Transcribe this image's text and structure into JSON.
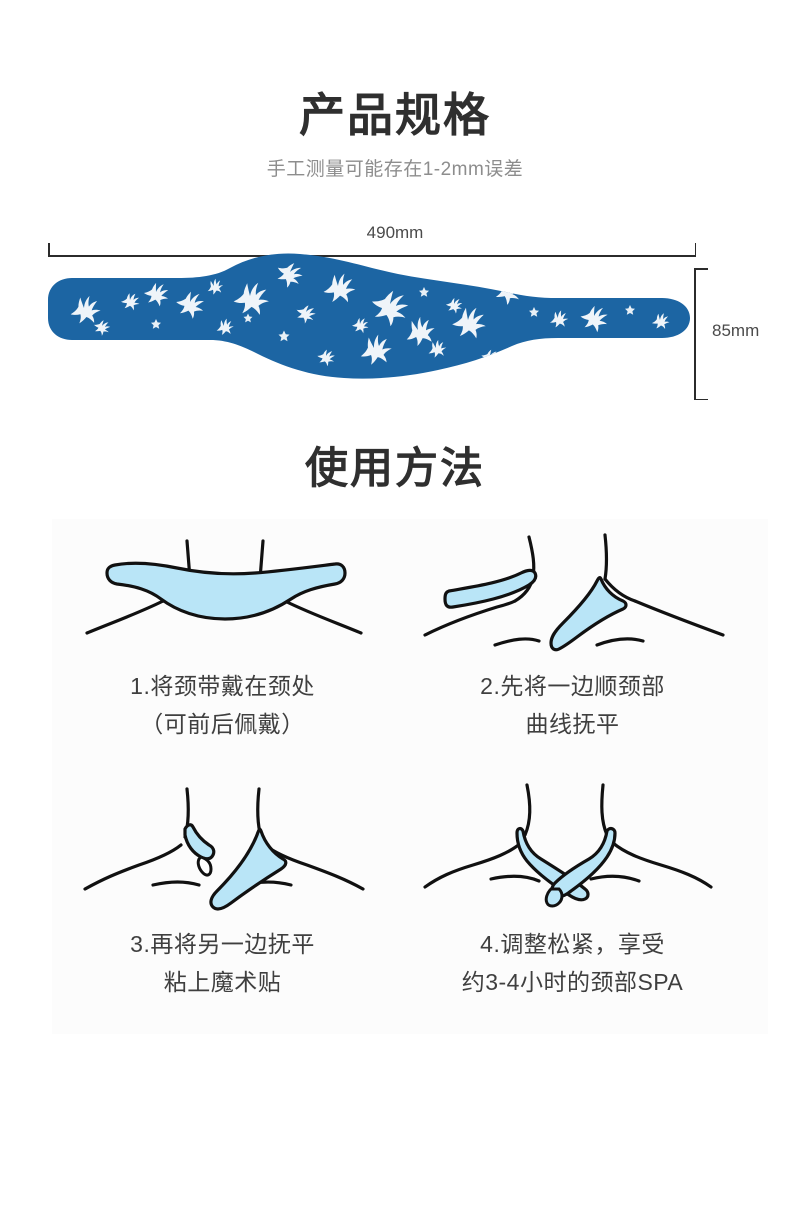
{
  "spec": {
    "title": "产品规格",
    "subtitle": "手工测量可能存在1-2mm误差",
    "width_label": "490mm",
    "height_label": "85mm",
    "product_color": "#1c65a3",
    "product_pattern_color": "#ffffff",
    "product_icon": "neck-band-product"
  },
  "usage": {
    "title": "使用方法",
    "panel_color": "#fcfcfc",
    "illustration_fill": "#b9e5f7",
    "illustration_stroke": "#111111",
    "steps": [
      {
        "number": "1",
        "icon": "neck-band-worn-illustration",
        "line1": "1.将颈带戴在颈处",
        "line2": "（可前后佩戴）"
      },
      {
        "number": "2",
        "icon": "neck-band-one-side-smooth-illustration",
        "line1": "2.先将一边顺颈部",
        "line2": "曲线抚平"
      },
      {
        "number": "3",
        "icon": "neck-band-other-side-smooth-illustration",
        "line1": "3.再将另一边抚平",
        "line2": "粘上魔术贴"
      },
      {
        "number": "4",
        "icon": "neck-band-fastened-illustration",
        "line1": "4.调整松紧，享受",
        "line2": "约3-4小时的颈部SPA"
      }
    ]
  }
}
